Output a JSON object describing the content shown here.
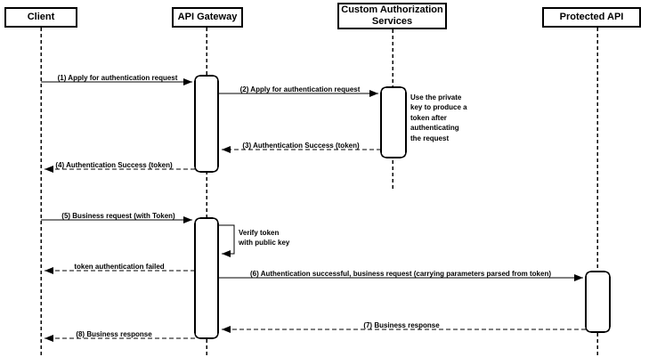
{
  "actors": [
    {
      "label": "Client"
    },
    {
      "label": "API Gateway"
    },
    {
      "label": "Custom Authorization\nServices"
    },
    {
      "label": "Protected API"
    }
  ],
  "messages": [
    {
      "label": "(1) Apply for authentication request",
      "type": "solid",
      "from": "Client",
      "to": "API Gateway"
    },
    {
      "label": "(2) Apply for authentication request",
      "type": "solid",
      "from": "API Gateway",
      "to": "Custom Authorization Services"
    },
    {
      "label": "(3) Authentication Success (token)",
      "type": "dashed",
      "from": "Custom Authorization Services",
      "to": "API Gateway"
    },
    {
      "label": "(4) Authentication Success (token)",
      "type": "dashed",
      "from": "API Gateway",
      "to": "Client"
    },
    {
      "label": "(5) Business request (with Token)",
      "type": "solid",
      "from": "Client",
      "to": "API Gateway"
    },
    {
      "label": "token authentication failed",
      "type": "dashed",
      "from": "API Gateway",
      "to": "Client"
    },
    {
      "label": "(6) Authentication successful, business request (carrying parameters parsed from token)",
      "type": "solid",
      "from": "API Gateway",
      "to": "Protected API"
    },
    {
      "label": "(7) Business response",
      "type": "dashed",
      "from": "Protected API",
      "to": "API Gateway"
    },
    {
      "label": "(8) Business response",
      "type": "dashed",
      "from": "API Gateway",
      "to": "Client"
    }
  ],
  "self_message": {
    "label": "Verify token\nwith public key",
    "actor": "API Gateway"
  },
  "note": {
    "text": "Use the private\nkey to produce a\ntoken after\nauthenticating\nthe request"
  },
  "colors": {
    "line": "#000000",
    "background": "#ffffff",
    "box_fill": "#ffffff"
  }
}
